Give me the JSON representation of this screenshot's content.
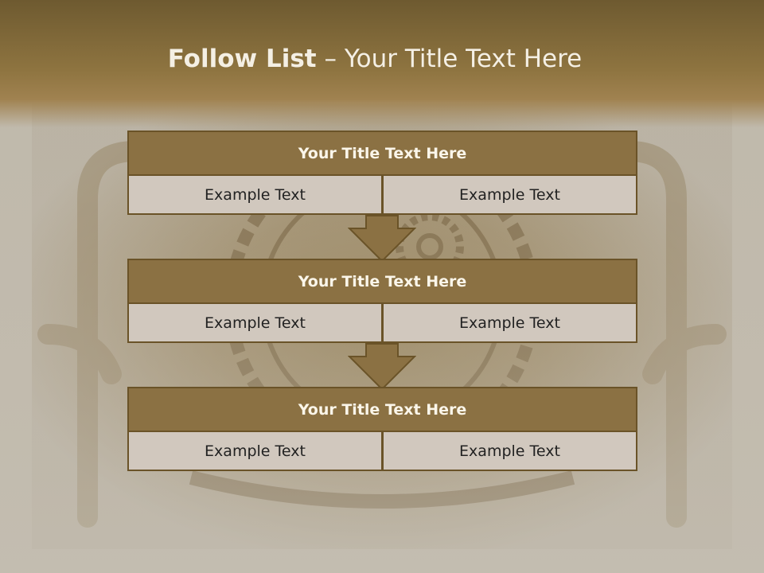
{
  "slide": {
    "title_bold": "Follow List",
    "title_rest": " – Your Title Text Here"
  },
  "blocks": [
    {
      "title": "Your Title Text Here",
      "left": "Example Text",
      "right": "Example Text"
    },
    {
      "title": "Your Title Text Here",
      "left": "Example Text",
      "right": "Example Text"
    },
    {
      "title": "Your Title Text Here",
      "left": "Example Text",
      "right": "Example Text"
    }
  ],
  "colors": {
    "header_brown": "#8b7143",
    "cell_beige": "#d1c8be",
    "border_dark": "#6a5328"
  }
}
